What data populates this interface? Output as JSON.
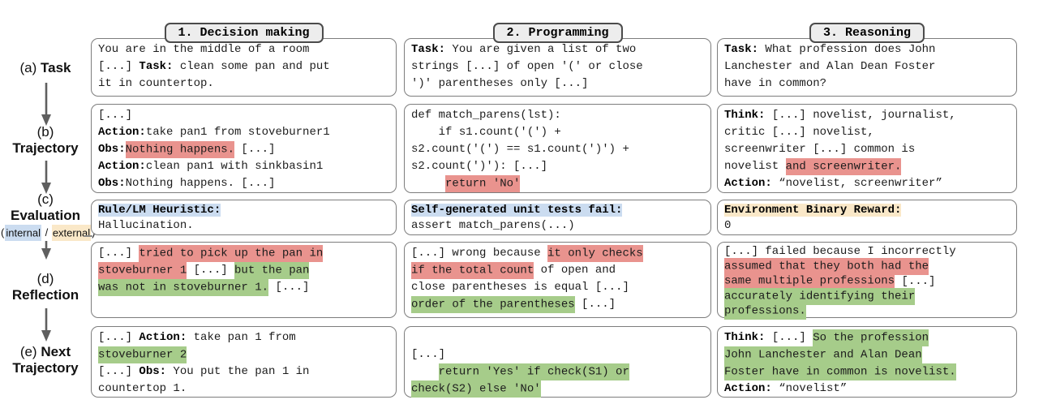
{
  "colors": {
    "red": "#E9938E",
    "green": "#A6CC8A",
    "blue": "#CBDCF0",
    "yellow": "#FAE8C8",
    "box_border": "#7d7d7d",
    "tab_bg": "#ededed",
    "arrow": "#5f5f5f"
  },
  "left_rail": {
    "a": {
      "prefix": "(a) ",
      "word": "Task"
    },
    "b": {
      "prefix": "(b)",
      "word": "Trajectory"
    },
    "c": {
      "prefix": "(c)",
      "word": "Evaluation",
      "sub": [
        {
          "t": "("
        },
        {
          "t": "internal",
          "h": "blue"
        },
        {
          "t": " / "
        },
        {
          "t": "external",
          "h": "yellow"
        },
        {
          "t": ")"
        }
      ]
    },
    "d": {
      "prefix": "(d)",
      "word": "Reflection"
    },
    "e": {
      "prefix": "(e) ",
      "word": "Next",
      "word2": "Trajectory"
    }
  },
  "columns": [
    {
      "tab": "1. Decision making",
      "task": [
        {
          "t": "You are in the middle of a room\n[...] "
        },
        {
          "t": "Task:",
          "b": true
        },
        {
          "t": " clean some pan and put\nit in countertop."
        }
      ],
      "trajectory": [
        {
          "t": "[...]\n"
        },
        {
          "t": "Action:",
          "b": true
        },
        {
          "t": "take pan1 from stoveburner1\n"
        },
        {
          "t": "Obs:",
          "b": true
        },
        {
          "t": "Nothing happens.",
          "h": "red"
        },
        {
          "t": " [...]\n"
        },
        {
          "t": "Action:",
          "b": true
        },
        {
          "t": "clean pan1 with sinkbasin1\n"
        },
        {
          "t": "Obs:",
          "b": true
        },
        {
          "t": "Nothing happens. [...]"
        }
      ],
      "evaluation": [
        {
          "t": "Rule/LM Heuristic:",
          "b": true,
          "h": "blue"
        },
        {
          "t": "\nHallucination."
        }
      ],
      "reflection": [
        {
          "t": "[...] "
        },
        {
          "t": "tried to pick up the pan in\nstoveburner 1",
          "h": "red"
        },
        {
          "t": " [...] "
        },
        {
          "t": "but the pan\nwas not in stoveburner 1.",
          "h": "green"
        },
        {
          "t": " [...]"
        }
      ],
      "next_trajectory": [
        {
          "t": "[...] "
        },
        {
          "t": "Action:",
          "b": true
        },
        {
          "t": " take pan 1 from\n"
        },
        {
          "t": "stoveburner 2",
          "h": "green"
        },
        {
          "t": "\n[...] "
        },
        {
          "t": "Obs:",
          "b": true
        },
        {
          "t": " You put the pan 1 in\ncountertop 1."
        }
      ]
    },
    {
      "tab": "2. Programming",
      "task": [
        {
          "t": "Task:",
          "b": true
        },
        {
          "t": " You are given a list of two\nstrings [...] of open '(' or close\n')' parentheses only [...]"
        }
      ],
      "trajectory": [
        {
          "t": "def match_parens(lst):\n    if s1.count('(') +\ns2.count('(') == s1.count(')') +\ns2.count(')'): [...]\n     "
        },
        {
          "t": "return 'No'",
          "h": "red"
        }
      ],
      "evaluation": [
        {
          "t": "Self-generated unit tests fail:",
          "b": true,
          "h": "blue"
        },
        {
          "t": "\nassert match_parens(...)"
        }
      ],
      "reflection": [
        {
          "t": "[...] wrong because "
        },
        {
          "t": "it only checks\nif the total count",
          "h": "red"
        },
        {
          "t": " of open and\nclose parentheses is equal [...]\n"
        },
        {
          "t": "order of the parentheses",
          "h": "green"
        },
        {
          "t": " [...]"
        }
      ],
      "next_trajectory": [
        {
          "t": "\n[...]\n    "
        },
        {
          "t": "return 'Yes' if check(S1) or\ncheck(S2) else 'No'",
          "h": "green"
        }
      ]
    },
    {
      "tab": "3. Reasoning",
      "task": [
        {
          "t": "Task:",
          "b": true
        },
        {
          "t": " What profession does John\nLanchester and Alan Dean Foster\nhave in common?"
        }
      ],
      "trajectory": [
        {
          "t": "Think:",
          "b": true
        },
        {
          "t": " [...] novelist, journalist,\ncritic [...] novelist,\nscreenwriter [...] common is\nnovelist "
        },
        {
          "t": "and screenwriter.",
          "h": "red"
        },
        {
          "t": "\n"
        },
        {
          "t": "Action:",
          "b": true
        },
        {
          "t": " “novelist, screenwriter”"
        }
      ],
      "evaluation": [
        {
          "t": "Environment Binary Reward:",
          "b": true,
          "h": "yellow"
        },
        {
          "t": "\n0"
        }
      ],
      "reflection": [
        {
          "t": "[...] failed because I incorrectly\n"
        },
        {
          "t": "assumed that they both had the\nsame multiple professions",
          "h": "red"
        },
        {
          "t": " [...]\n"
        },
        {
          "t": "accurately identifying their\nprofessions.",
          "h": "green"
        }
      ],
      "next_trajectory": [
        {
          "t": "Think:",
          "b": true
        },
        {
          "t": " [...] "
        },
        {
          "t": "So the profession\nJohn Lanchester and Alan Dean\nFoster have in common is novelist.",
          "h": "green"
        },
        {
          "t": "\n"
        },
        {
          "t": "Action:",
          "b": true
        },
        {
          "t": " “novelist”"
        }
      ]
    }
  ]
}
